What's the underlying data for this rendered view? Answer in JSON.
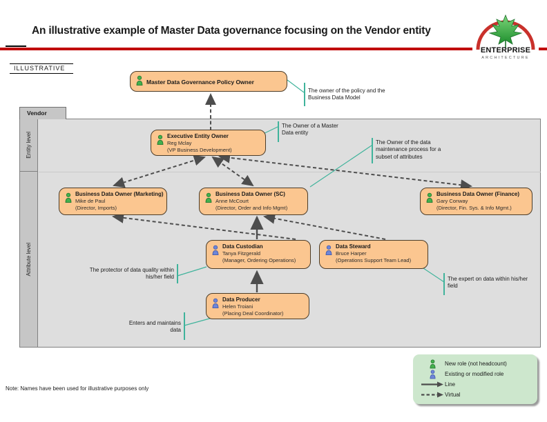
{
  "header": {
    "title": "An illustrative example of Master Data governance focusing on the Vendor entity",
    "stamp": "ILLUSTRATIVE",
    "logo": {
      "name": "ENTERPRISE",
      "sub": "ARCHITECTURE",
      "icon": "maple-leaf-icon"
    }
  },
  "tab_label": "Vendor",
  "lanes": {
    "entity": "Entity level",
    "attribute": "Attribute level"
  },
  "roles": {
    "policy_owner": {
      "title": "Master Data Governance Policy Owner",
      "icon": "person-green"
    },
    "executive": {
      "title": "Executive Entity Owner",
      "name": "Reg Mclay",
      "position": "(VP Business Development)",
      "icon": "person-green"
    },
    "bdo_marketing": {
      "title": "Business Data Owner (Marketing)",
      "name": "Mike de Paul",
      "position": "(Director, Imports)",
      "icon": "person-green"
    },
    "bdo_sc": {
      "title": "Business Data Owner (SC)",
      "name": "Anne McCourt",
      "position": "(Director, Order and Info Mgmt)",
      "icon": "person-green"
    },
    "bdo_finance": {
      "title": "Business Data Owner (Finance)",
      "name": "Gary Conway",
      "position": "(Director, Fin. Sys. & Info Mgmt.)",
      "icon": "person-green"
    },
    "data_custodian": {
      "title": "Data Custodian",
      "name": "Tanya Fitzgerald",
      "position": "(Manager, Ordering Operations)",
      "icon": "person-blue"
    },
    "data_steward": {
      "title": "Data Steward",
      "name": "Bruce Harper",
      "position": "(Operations Support Team Lead)",
      "icon": "person-blue"
    },
    "data_producer": {
      "title": "Data Producer",
      "name": "Helen Troiani",
      "position": "(Placing Deal Coordinator)",
      "icon": "person-blue"
    }
  },
  "annotations": {
    "policy_owner": "The owner of the policy and the Business Data Model",
    "entity_owner": "The Owner of a Master Data entity",
    "attribute_owner": "The Owner of the data maintenance process for a subset of attributes",
    "custodian": "The protector of data quality within his/her field",
    "producer": "Enters and maintains data",
    "steward": "The expert on data within his/her field"
  },
  "legend": {
    "new_role": "New role (not headcount)",
    "existing_role": "Existing or modified role",
    "line": "Line",
    "virtual": "Virtual"
  },
  "note": "Note: Names have been used for illustrative purposes only",
  "colors": {
    "box_fill": "#FBC690",
    "box_border": "#4A3B28",
    "annotation_line": "#3FB39B",
    "connector_gray": "#4D4D4D",
    "legend_fill": "#CDE7CD",
    "accent_red": "#C00000",
    "person_green": "#44B04E",
    "person_blue": "#6E86D8"
  }
}
